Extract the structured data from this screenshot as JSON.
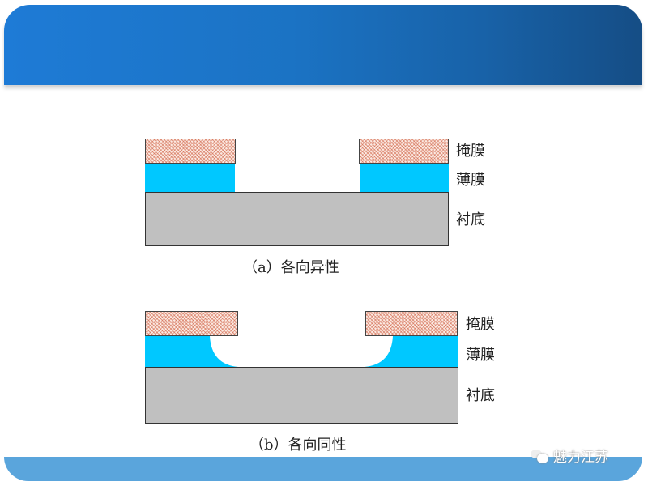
{
  "header": {
    "title": ""
  },
  "diagram_a": {
    "caption": "（a）各向异性",
    "labels": {
      "mask": "掩膜",
      "film": "薄膜",
      "substrate": "衬底"
    }
  },
  "diagram_b": {
    "caption": "（b）各向同性",
    "labels": {
      "mask": "掩膜",
      "film": "薄膜",
      "substrate": "衬底"
    }
  },
  "colors": {
    "header_gradient_start": "#1e7bd6",
    "header_gradient_end": "#154d85",
    "footer": "#5aa5dc",
    "film": "#00c8ff",
    "substrate": "#c0c0c0",
    "mask_pattern": "#cd5a3c"
  },
  "watermark": {
    "icon": "wechat-icon",
    "text": "魅力江苏"
  }
}
